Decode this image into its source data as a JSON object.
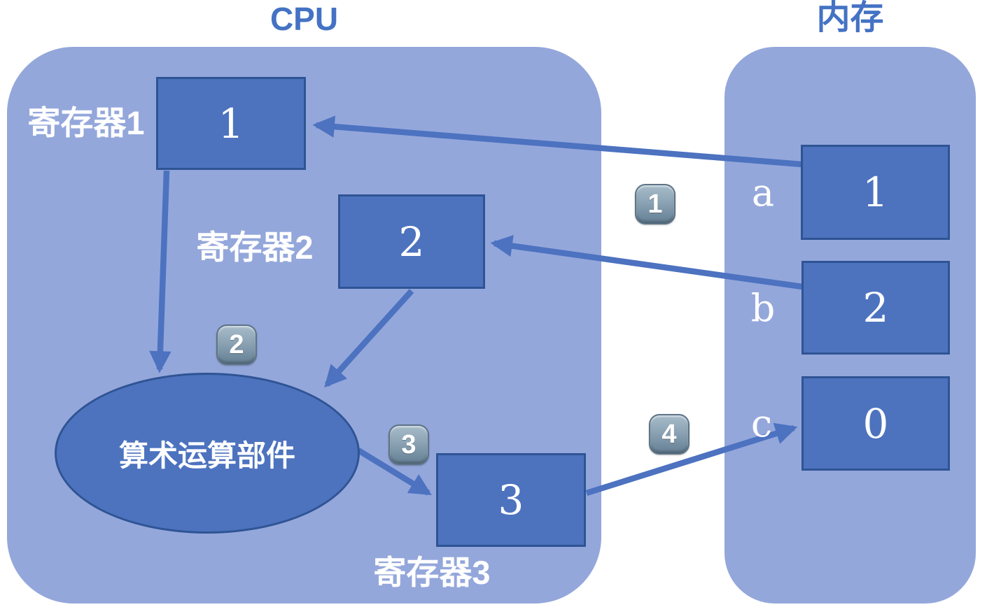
{
  "diagram": {
    "title_cpu": "CPU",
    "title_memory": "内存",
    "cpu": {
      "registers": [
        {
          "label": "寄存器1",
          "value": "1"
        },
        {
          "label": "寄存器2",
          "value": "2"
        },
        {
          "label": "寄存器3",
          "value": "3"
        }
      ],
      "alu_label": "算术运算部件"
    },
    "memory": {
      "cells": [
        {
          "label": "a",
          "value": "1"
        },
        {
          "label": "b",
          "value": "2"
        },
        {
          "label": "c",
          "value": "0"
        }
      ]
    },
    "steps": [
      "1",
      "2",
      "3",
      "4"
    ],
    "colors": {
      "container_fill": "#94A7DB",
      "node_fill": "#4D73BF",
      "node_border": "#2F5494",
      "arrow": "#4C72C0",
      "title_text": "#4472C4",
      "badge_gradient_top": "#A7BCCA",
      "badge_gradient_bottom": "#647F94",
      "label_text": "#FFFFFF"
    }
  }
}
